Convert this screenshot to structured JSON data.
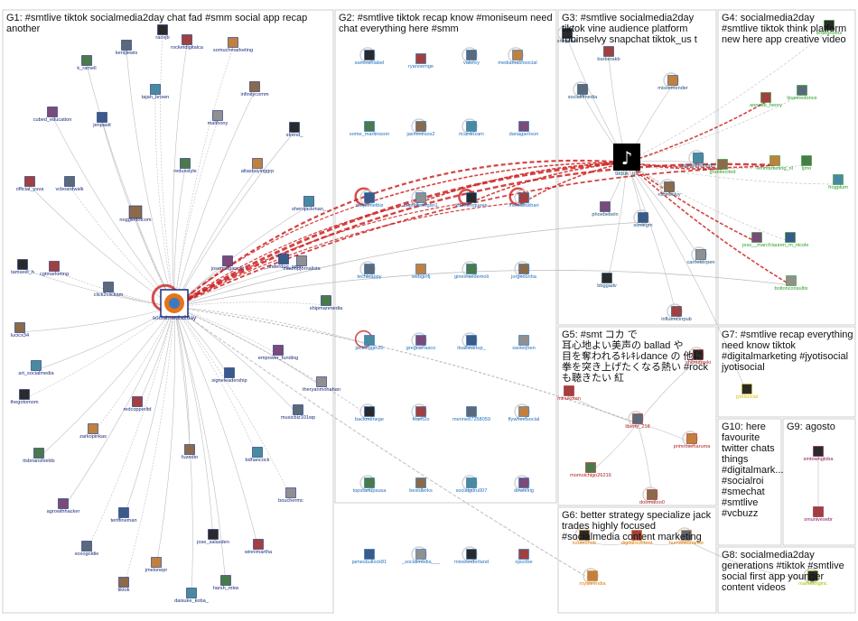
{
  "colors": {
    "g1": "#1a2d7c",
    "g2": "#1f6fbf",
    "g3": "#1f4f7a",
    "g4": "#2a9d2a",
    "g5": "#b22222",
    "g6": "#e07b00",
    "g7": "#d9c000",
    "g8": "#99c000",
    "g9": "#8b1a5a",
    "g10": "#777777",
    "edge_red": "#cc2222",
    "edge_gray": "#b3b3b3"
  },
  "groups": [
    {
      "id": "g1",
      "title": "G1: #smtlive tiktok socialmedia2day chat fad #smm social app recap another"
    },
    {
      "id": "g2",
      "title": "G2: #smtlive tiktok recap know #moniseum need chat everything here #smm"
    },
    {
      "id": "g3",
      "title": "G3: #smtlive socialmedia2day tiktok vine audience platform robinselvy snapchat tiktok_us t"
    },
    {
      "id": "g4",
      "title": "G4: socialmedia2day #smtlive tiktok think platform new here app creative video"
    },
    {
      "id": "g5",
      "title": "G5: #smt コカ で 耳心地よい美声の ballad や 目を奪われるｷﾚｷﾚdance の 他に 拳を突き上げたくなる熱い #rock も聴きたい 紅"
    },
    {
      "id": "g6",
      "title": "G6: better strategy specialize jack trades highly focused #socialmedia content marketing"
    },
    {
      "id": "g7",
      "title": "G7: #smtlive recap everything need know tiktok #digitalmarketing #jyotisocial jyotisocial"
    },
    {
      "id": "g8",
      "title": "G8: socialmedia2day generations #tiktok #smtlive social first app younger content videos"
    },
    {
      "id": "g9",
      "title": "G9: agosto"
    },
    {
      "id": "g10",
      "title": "G10: here favourite twitter chats things #digitalmark... #socialroi #smechat #smtlive #vcbuzz"
    }
  ],
  "nodes": {
    "g1": [
      "raovjb",
      "rocketdigitalca",
      "kentjlewis",
      "somuchmarketing",
      "k_ramell",
      "infinitycomm",
      "tajah_brown",
      "cubed_education",
      "jenpastt",
      "malthony",
      "strend_",
      "official_yuva",
      "vcboardwalk",
      "altasbuyinggrp",
      "reduxstyle",
      "noggledotcom",
      "sherrijackman_",
      "josemelgarmkt",
      "_underdog_sport",
      "mauropjornalista",
      "tamseel_h",
      "cgtmarketing",
      "click2clickam",
      "socialmedia2day",
      "shipmanmedia",
      "lucicx34",
      "art_socialmedia",
      "empower_funding",
      "signeleadership",
      "theryanmonahan",
      "thegotomom",
      "redcopperltd",
      "musicbiz101wp",
      "zarkopinkas",
      "itsbrianshields",
      "fuzedio",
      "bdhancock",
      "agrowthhacker",
      "teriffineman",
      "bouchermc",
      "jose_salasden",
      "winnimartha",
      "xoxogoldie",
      "jmelonepr",
      "harsh_mkw",
      "tiktok",
      "daisuke_koba_"
    ],
    "g2": [
      "samirishlabel",
      "ryanoemge",
      "valorey",
      "mediamashsocial",
      "some_martinsson",
      "jasminesos2",
      "ricardozam",
      "danagarrison",
      "simplenetbiz",
      "blairellenegan1",
      "kobmexqueen",
      "monisbukhari",
      "techleappy",
      "webgirlfj",
      "ginevraedemoli",
      "jorgecunha",
      "jackleggin26",
      "gregcarrasco",
      "itsallstartup_",
      "xavierjhen",
      "backmenege",
      "fearh2o",
      "menne87258059",
      "flywheelsocial",
      "topstartupsusa",
      "bestdlerks",
      "socialguru007",
      "dewlelrig",
      "jamesbullock81",
      "_socialmedia___",
      "miowonderland",
      "ojscribe"
    ],
    "g3": [
      "snapchat",
      "barberakb",
      "socialffmedia",
      "missemender",
      "tiktok_us",
      "robinselvy",
      "wheelerdesign",
      "phoebebeln",
      "sonlegm",
      "carriekerpen",
      "bbggadv",
      "influencerpub"
    ],
    "g4": [
      "lexingnoms",
      "annette_henry",
      "ljoannedonce",
      "emmarketing_nl",
      "tjmo",
      "granitecited",
      "frogplum",
      "jess__march",
      "lauren_m_nicole",
      "boltonconsultix"
    ],
    "g5": [
      "shimugaski",
      "minukotan",
      "liberty_218",
      "primroseharuma",
      "momoichigo26216",
      "doomatoo0"
    ],
    "g6": [
      "ksumuhub",
      "digitalrezident",
      "humanitarianke",
      "royaltrendia"
    ],
    "g7": [
      "jyotisocial"
    ],
    "g8": [
      "marketinginc"
    ],
    "g9": [
      "smtowngloba",
      "smunivesebr"
    ],
    "g10": []
  }
}
